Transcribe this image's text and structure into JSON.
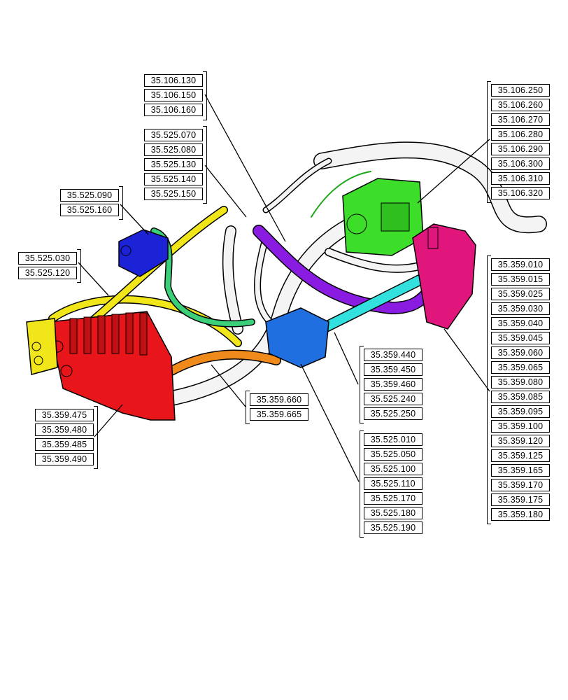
{
  "colors": {
    "control_valve": "#e8161a",
    "pump": "#3dde2a",
    "priority_valve": "#e0167d",
    "diverter_block": "#1f6fe0",
    "filter_block": "#1c22d6",
    "pressure_hose": "#f0e61a",
    "return_hose": "#8a1be0",
    "supply_hose": "#33e0e0",
    "drain_hose": "#3ccf7a",
    "orange_hose": "#f08a1a",
    "tank_hose": "#f2f2f2"
  },
  "callouts": {
    "group_a": [
      "35.106.130",
      "35.106.150",
      "35.106.160"
    ],
    "group_b": [
      "35.525.070",
      "35.525.080",
      "35.525.130",
      "35.525.140",
      "35.525.150"
    ],
    "group_c": [
      "35.525.090",
      "35.525.160"
    ],
    "group_d": [
      "35.525.030",
      "35.525.120"
    ],
    "group_e": [
      "35.106.250",
      "35.106.260",
      "35.106.270",
      "35.106.280",
      "35.106.290",
      "35.106.300",
      "35.106.310",
      "35.106.320"
    ],
    "group_f": [
      "35.359.010",
      "35.359.015",
      "35.359.025",
      "35.359.030",
      "35.359.040",
      "35.359.045",
      "35.359.060",
      "35.359.065",
      "35.359.080",
      "35.359.085",
      "35.359.095",
      "35.359.100",
      "35.359.120",
      "35.359.125",
      "35.359.165",
      "35.359.170",
      "35.359.175",
      "35.359.180"
    ],
    "group_g": [
      "35.359.440",
      "35.359.450",
      "35.359.460",
      "35.525.240",
      "35.525.250"
    ],
    "group_h": [
      "35.359.660",
      "35.359.665"
    ],
    "group_i": [
      "35.525.010",
      "35.525.050",
      "35.525.100",
      "35.525.110",
      "35.525.170",
      "35.525.180",
      "35.525.190"
    ],
    "group_j": [
      "35.359.475",
      "35.359.480",
      "35.359.485",
      "35.359.490"
    ]
  }
}
